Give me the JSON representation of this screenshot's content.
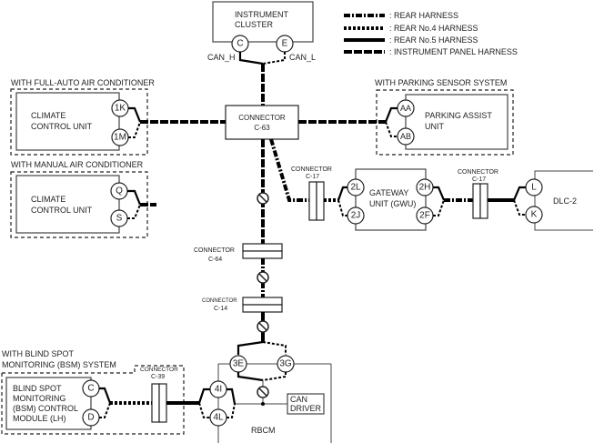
{
  "legend": [
    {
      "style": "rear",
      "label": ": REAR HARNESS"
    },
    {
      "style": "rear4",
      "label": ": REAR No.4 HARNESS"
    },
    {
      "style": "rear5",
      "label": ": REAR No.5 HARNESS"
    },
    {
      "style": "ip",
      "label": ": INSTRUMENT PANEL HARNESS"
    }
  ],
  "instrument_cluster": {
    "line1": "INSTRUMENT",
    "line2": "CLUSTER",
    "pin_c": "C",
    "pin_e": "E",
    "can_h": "CAN_H",
    "can_l": "CAN_L"
  },
  "full_auto_ac": {
    "group_label": "WITH FULL-AUTO AIR CONDITIONER",
    "line1": "CLIMATE",
    "line2": "CONTROL UNIT",
    "pin1": "1K",
    "pin2": "1M"
  },
  "manual_ac": {
    "group_label": "WITH MANUAL AIR CONDITIONER",
    "line1": "CLIMATE",
    "line2": "CONTROL UNIT",
    "pin1": "Q",
    "pin2": "S"
  },
  "connector_c63": {
    "line1": "CONNECTOR",
    "line2": "C-63"
  },
  "parking": {
    "group_label": "WITH PARKING SENSOR SYSTEM",
    "line1": "PARKING ASSIST",
    "line2": "UNIT",
    "pin1": "AA",
    "pin2": "AB"
  },
  "connector_c17a": {
    "line1": "CONNECTOR",
    "line2": "C-17"
  },
  "gateway": {
    "line1": "GATEWAY",
    "line2": "UNIT (GWU)",
    "pin_2l": "2L",
    "pin_2j": "2J",
    "pin_2h": "2H",
    "pin_2f": "2F"
  },
  "connector_c17b": {
    "line1": "CONNECTOR",
    "line2": "C-17"
  },
  "dlc": {
    "label": "DLC-2",
    "pin1": "L",
    "pin2": "K"
  },
  "connector_c64": {
    "line1": "CONNECTOR",
    "line2": "C-64"
  },
  "connector_c14": {
    "line1": "CONNECTOR",
    "line2": "C-14"
  },
  "bsm": {
    "group_line1": "WITH BLIND SPOT",
    "group_line2": "MONITORING (BSM) SYSTEM",
    "line1": "BLIND SPOT",
    "line2": "MONITORING",
    "line3": "(BSM) CONTROL",
    "line4": "MODULE (LH)",
    "pin1": "C",
    "pin2": "D"
  },
  "connector_c39": {
    "line1": "CONNECTOR",
    "line2": "C-39"
  },
  "rbcm": {
    "label": "RBCM",
    "pin_3e": "3E",
    "pin_3g": "3G",
    "pin_4i": "4I",
    "pin_4l": "4L",
    "can_driver_line1": "CAN",
    "can_driver_line2": "DRIVER"
  }
}
